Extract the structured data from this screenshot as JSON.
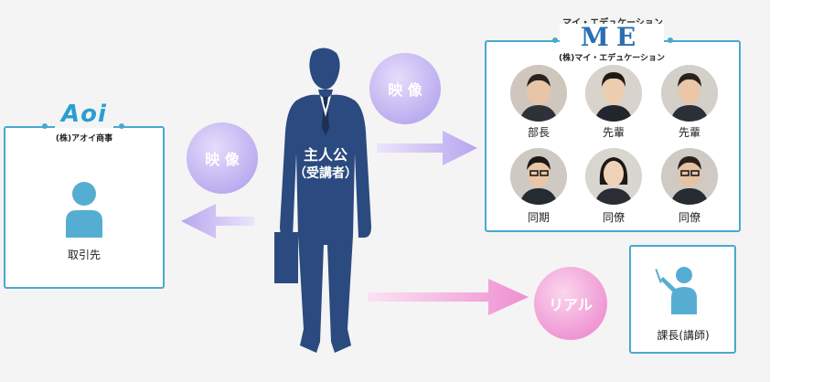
{
  "colors": {
    "box_border": "#4aa8cf",
    "person_blue": "#2b4a7f",
    "video_bubble": "#bcaef0",
    "real_bubble": "#ef98d4",
    "icon_blue": "#55aed2"
  },
  "protagonist": {
    "line1": "主人公",
    "line2": "（受講者）"
  },
  "client": {
    "logo": "Aoi",
    "company": "(株)アオイ商事",
    "label": "取引先"
  },
  "me_company": {
    "logo_top": "マイ・エデュケーション",
    "logo": "ME",
    "company": "(株)マイ・エデュケーション",
    "people": [
      {
        "role": "部長"
      },
      {
        "role": "先輩"
      },
      {
        "role": "先輩"
      },
      {
        "role": "同期"
      },
      {
        "role": "同僚"
      },
      {
        "role": "同僚"
      }
    ]
  },
  "boss": {
    "label": "課長(講師)"
  },
  "bubbles": {
    "left_video": "映 像",
    "top_video": "映 像",
    "real": "リアル"
  }
}
